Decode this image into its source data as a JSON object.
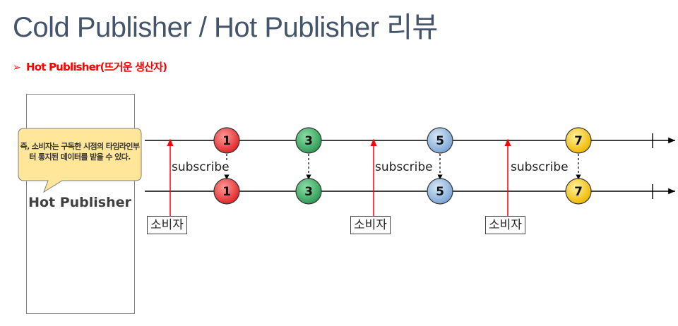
{
  "header": {
    "title": "Cold Publisher / Hot Publisher 리뷰",
    "subtitle": "Hot Publisher(뜨거운 생산자)",
    "bullet_icon": "arrowhead-bullet-icon"
  },
  "publisher": {
    "label": "Hot Publisher",
    "callout": "즉, 소비자는 구독한 시점의 타임라인부터 통지된 데이터를 받을 수 있다."
  },
  "timeline": {
    "upstream_values": [
      "1",
      "3",
      "5",
      "7"
    ],
    "downstream_values": [
      "1",
      "3",
      "5",
      "7"
    ],
    "colors": {
      "1": "#e83a3a",
      "3": "#3aa864",
      "5": "#8fb5e0",
      "7": "#f5c518"
    }
  },
  "subscriptions": [
    {
      "label": "subscribe",
      "consumer": "소비자"
    },
    {
      "label": "subscribe",
      "consumer": "소비자"
    },
    {
      "label": "subscribe",
      "consumer": "소비자"
    }
  ]
}
